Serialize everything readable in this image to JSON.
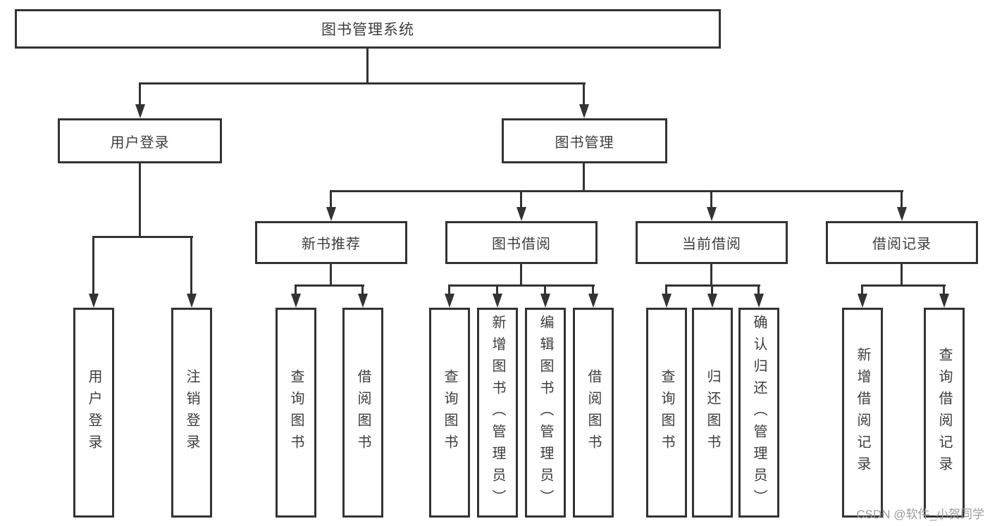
{
  "tree": {
    "root": "图书管理系统",
    "level2": [
      "用户登录",
      "图书管理"
    ],
    "level3": [
      "新书推荐",
      "图书借阅",
      "当前借阅",
      "借阅记录"
    ],
    "leaves": {
      "user_login": [
        "用户登录",
        "注销登录"
      ],
      "new_books": [
        "查询图书",
        "借阅图书"
      ],
      "book_borrow": [
        "查询图书",
        "新增图书（管理员）",
        "编辑图书（管理员）",
        "借阅图书"
      ],
      "current_borrow": [
        "查询图书",
        "归还图书",
        "确认归还（管理员）"
      ],
      "borrow_records": [
        "新增借阅记录",
        "查询借阅记录"
      ]
    }
  },
  "watermark": "CSDN @软件_小贺同学",
  "colors": {
    "line": "#333333",
    "text": "#3d3d3d",
    "watermark": "#9c9c9c",
    "background": "#ffffff"
  }
}
